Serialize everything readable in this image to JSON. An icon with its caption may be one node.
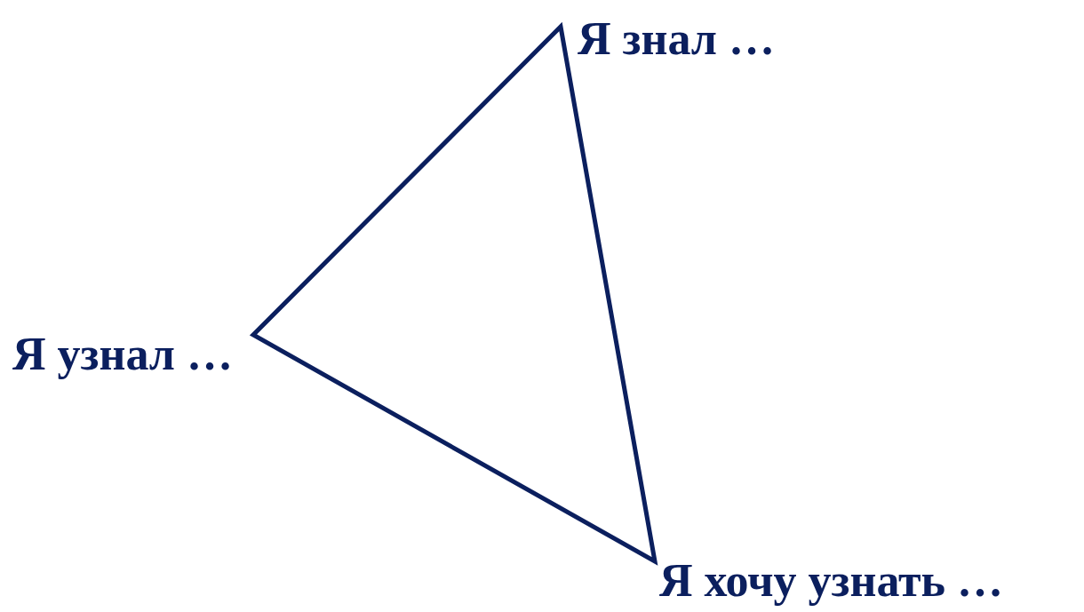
{
  "diagram": {
    "labels": [
      "Я знал …",
      "Я узнал …",
      "Я хочу узнать …"
    ]
  }
}
